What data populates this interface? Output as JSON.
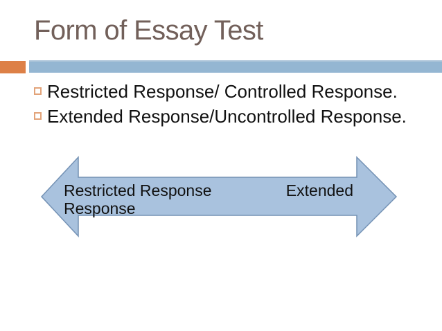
{
  "slide": {
    "title": "Form of Essay Test",
    "bullets": [
      "Restricted Response/ Controlled Response.",
      "Extended Response/Uncontrolled Response."
    ],
    "arrow": {
      "left_label": "Restricted Response",
      "left_label_wrap": "Response",
      "right_label": "Extended"
    },
    "colors": {
      "title_text": "#72605a",
      "body_text": "#111111",
      "accent_orange": "#dd8047",
      "divider_blue": "#94b6d2",
      "bullet_marker_orange": "#e2a379",
      "arrow_fill": "#a9c2de",
      "arrow_stroke": "#7391b4",
      "background": "#ffffff"
    }
  }
}
